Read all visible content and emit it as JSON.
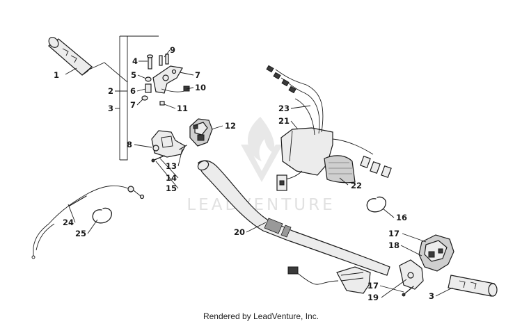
{
  "footer": {
    "credit": "Rendered by LeadVenture, Inc."
  },
  "watermark": {
    "text": "LEADVENTURE"
  },
  "callouts": [
    "1",
    "2",
    "3",
    "4",
    "5",
    "6",
    "7",
    "8",
    "7",
    "9",
    "10",
    "11",
    "12",
    "13",
    "14",
    "15",
    "16",
    "17",
    "18",
    "19",
    "20",
    "21",
    "22",
    "23",
    "24",
    "25",
    "17",
    "3"
  ]
}
